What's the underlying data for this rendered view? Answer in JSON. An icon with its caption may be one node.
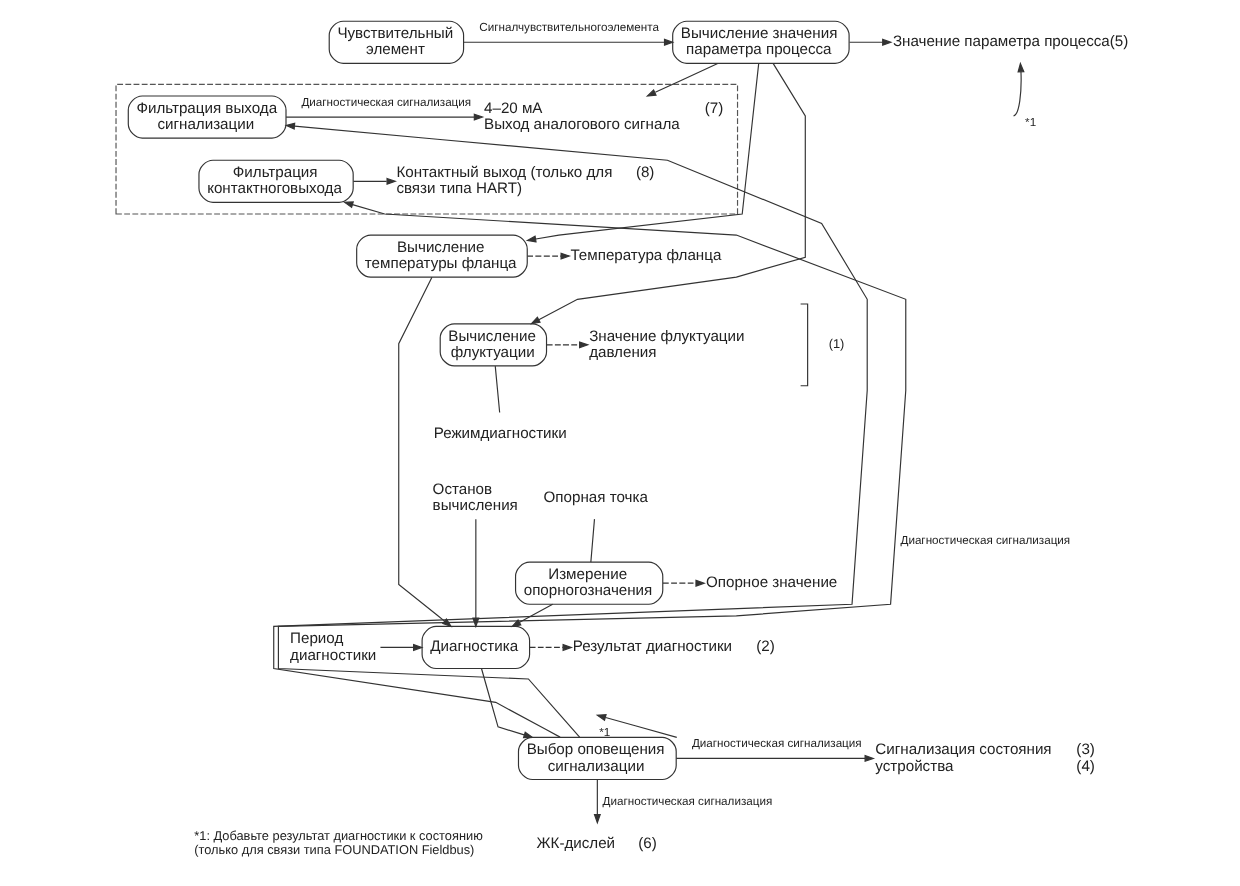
{
  "diagram": {
    "nodes": [
      {
        "text": [
          "Чувствительный элемент"
        ]
      },
      {
        "text": [
          "Вычисление значения параметра процесса"
        ]
      },
      {
        "text": [
          "Значение параметра процесса(5)"
        ]
      },
      {
        "text": [],
        "shape": "box"
      },
      {
        "text": [
          "Фильтрация выхода сигнализации"
        ],
        "in": 3
      },
      {
        "text": [
          "4–20 мА",
          "Выход аналогового сигнала"
        ],
        "beside": [
          "(7)"
        ],
        "in": 3
      },
      {
        "text": [
          "Фильтрация контактноговыхода"
        ],
        "in": 3
      },
      {
        "text": [
          "Контактный выход (только для связи типа HART)"
        ],
        "beside": [
          "(8)"
        ],
        "in": 3
      },
      {
        "text": [
          "Вычисление температуры фланца"
        ]
      },
      {
        "text": [
          "Температура фланца"
        ]
      },
      {
        "text": [
          "Вычисление флуктуации"
        ]
      },
      {
        "text": [
          "Значение флуктуации давления"
        ]
      },
      {
        "text": [
          "Режимдиагностики"
        ]
      },
      {
        "text": [
          "Опорная точка"
        ]
      },
      {
        "text": [
          "Останов вычисления"
        ]
      },
      {
        "text": [
          "Измерение опорногозначения"
        ]
      },
      {
        "text": [
          "Опорное значение"
        ]
      },
      {
        "text": [
          "Период диагностики"
        ]
      },
      {
        "text": [
          "Диагностика"
        ]
      },
      {
        "text": [
          "Результат диагностики"
        ],
        "beside": [
          "(2)"
        ]
      },
      {
        "text": [
          "Выбор оповещения сигнализации"
        ]
      },
      {
        "text": [
          "Сигнализация состояния устройства"
        ],
        "beside": [
          "(3)",
          "(4)"
        ]
      },
      {
        "text": [
          "ЖК-дислей"
        ],
        "beside": [
          "(6)"
        ]
      }
    ],
    "edges": [
      {
        "from": 0,
        "to": 1,
        "arrow": "to",
        "label": "Сигналчувствительногоэлемента"
      },
      {
        "from": 1,
        "to": 2,
        "arrow": "to"
      },
      {
        "from": null,
        "to": 2,
        "arrow": "to",
        "label": "*1"
      },
      {
        "from": 1,
        "to": 5,
        "arrow": "to"
      },
      {
        "from": 4,
        "to": 5,
        "arrow": "to",
        "label": "Диагностическая сигнализация"
      },
      {
        "from": 6,
        "to": 7,
        "arrow": "to"
      },
      {
        "from": 1,
        "to": 10,
        "arrow": "to"
      },
      {
        "from": 1,
        "to": 8,
        "arrow": "to"
      },
      {
        "from": 8,
        "to": 9,
        "arrow": "to",
        "style": "dashed"
      },
      {
        "from": 8,
        "to": 18,
        "arrow": "to"
      },
      {
        "from": 10,
        "to": 11,
        "arrow": "to",
        "style": "dashed"
      },
      {
        "from": 10,
        "to": 12,
        "arrow": "none"
      },
      {
        "from": 13,
        "to": 15,
        "arrow": "none"
      },
      {
        "from": 14,
        "to": 18,
        "arrow": "to"
      },
      {
        "from": 15,
        "to": 16,
        "arrow": "to",
        "style": "dashed"
      },
      {
        "from": 15,
        "to": 18,
        "arrow": "to"
      },
      {
        "from": 17,
        "to": 18,
        "arrow": "to"
      },
      {
        "from": 18,
        "to": 19,
        "arrow": "to",
        "style": "dashed"
      },
      {
        "from": 18,
        "to": 20,
        "arrow": "to"
      },
      {
        "from": 20,
        "to": null,
        "arrow": "to",
        "label": "*1"
      },
      {
        "from": 20,
        "to": 21,
        "arrow": "to",
        "label": "Диагностическая сигнализация"
      },
      {
        "from": 20,
        "to": 22,
        "arrow": "to",
        "label": "Диагностическая сигнализация"
      },
      {
        "from": 20,
        "to": 4,
        "arrow": "to"
      },
      {
        "from": 20,
        "to": 6,
        "arrow": "to",
        "label": "Диагностическая сигнализация"
      }
    ],
    "labels": [
      "(1)",
      "*1: Добавьте результат диагностики к состоянию (только для связи типа FOUNDATION Fieldbus)"
    ]
  }
}
